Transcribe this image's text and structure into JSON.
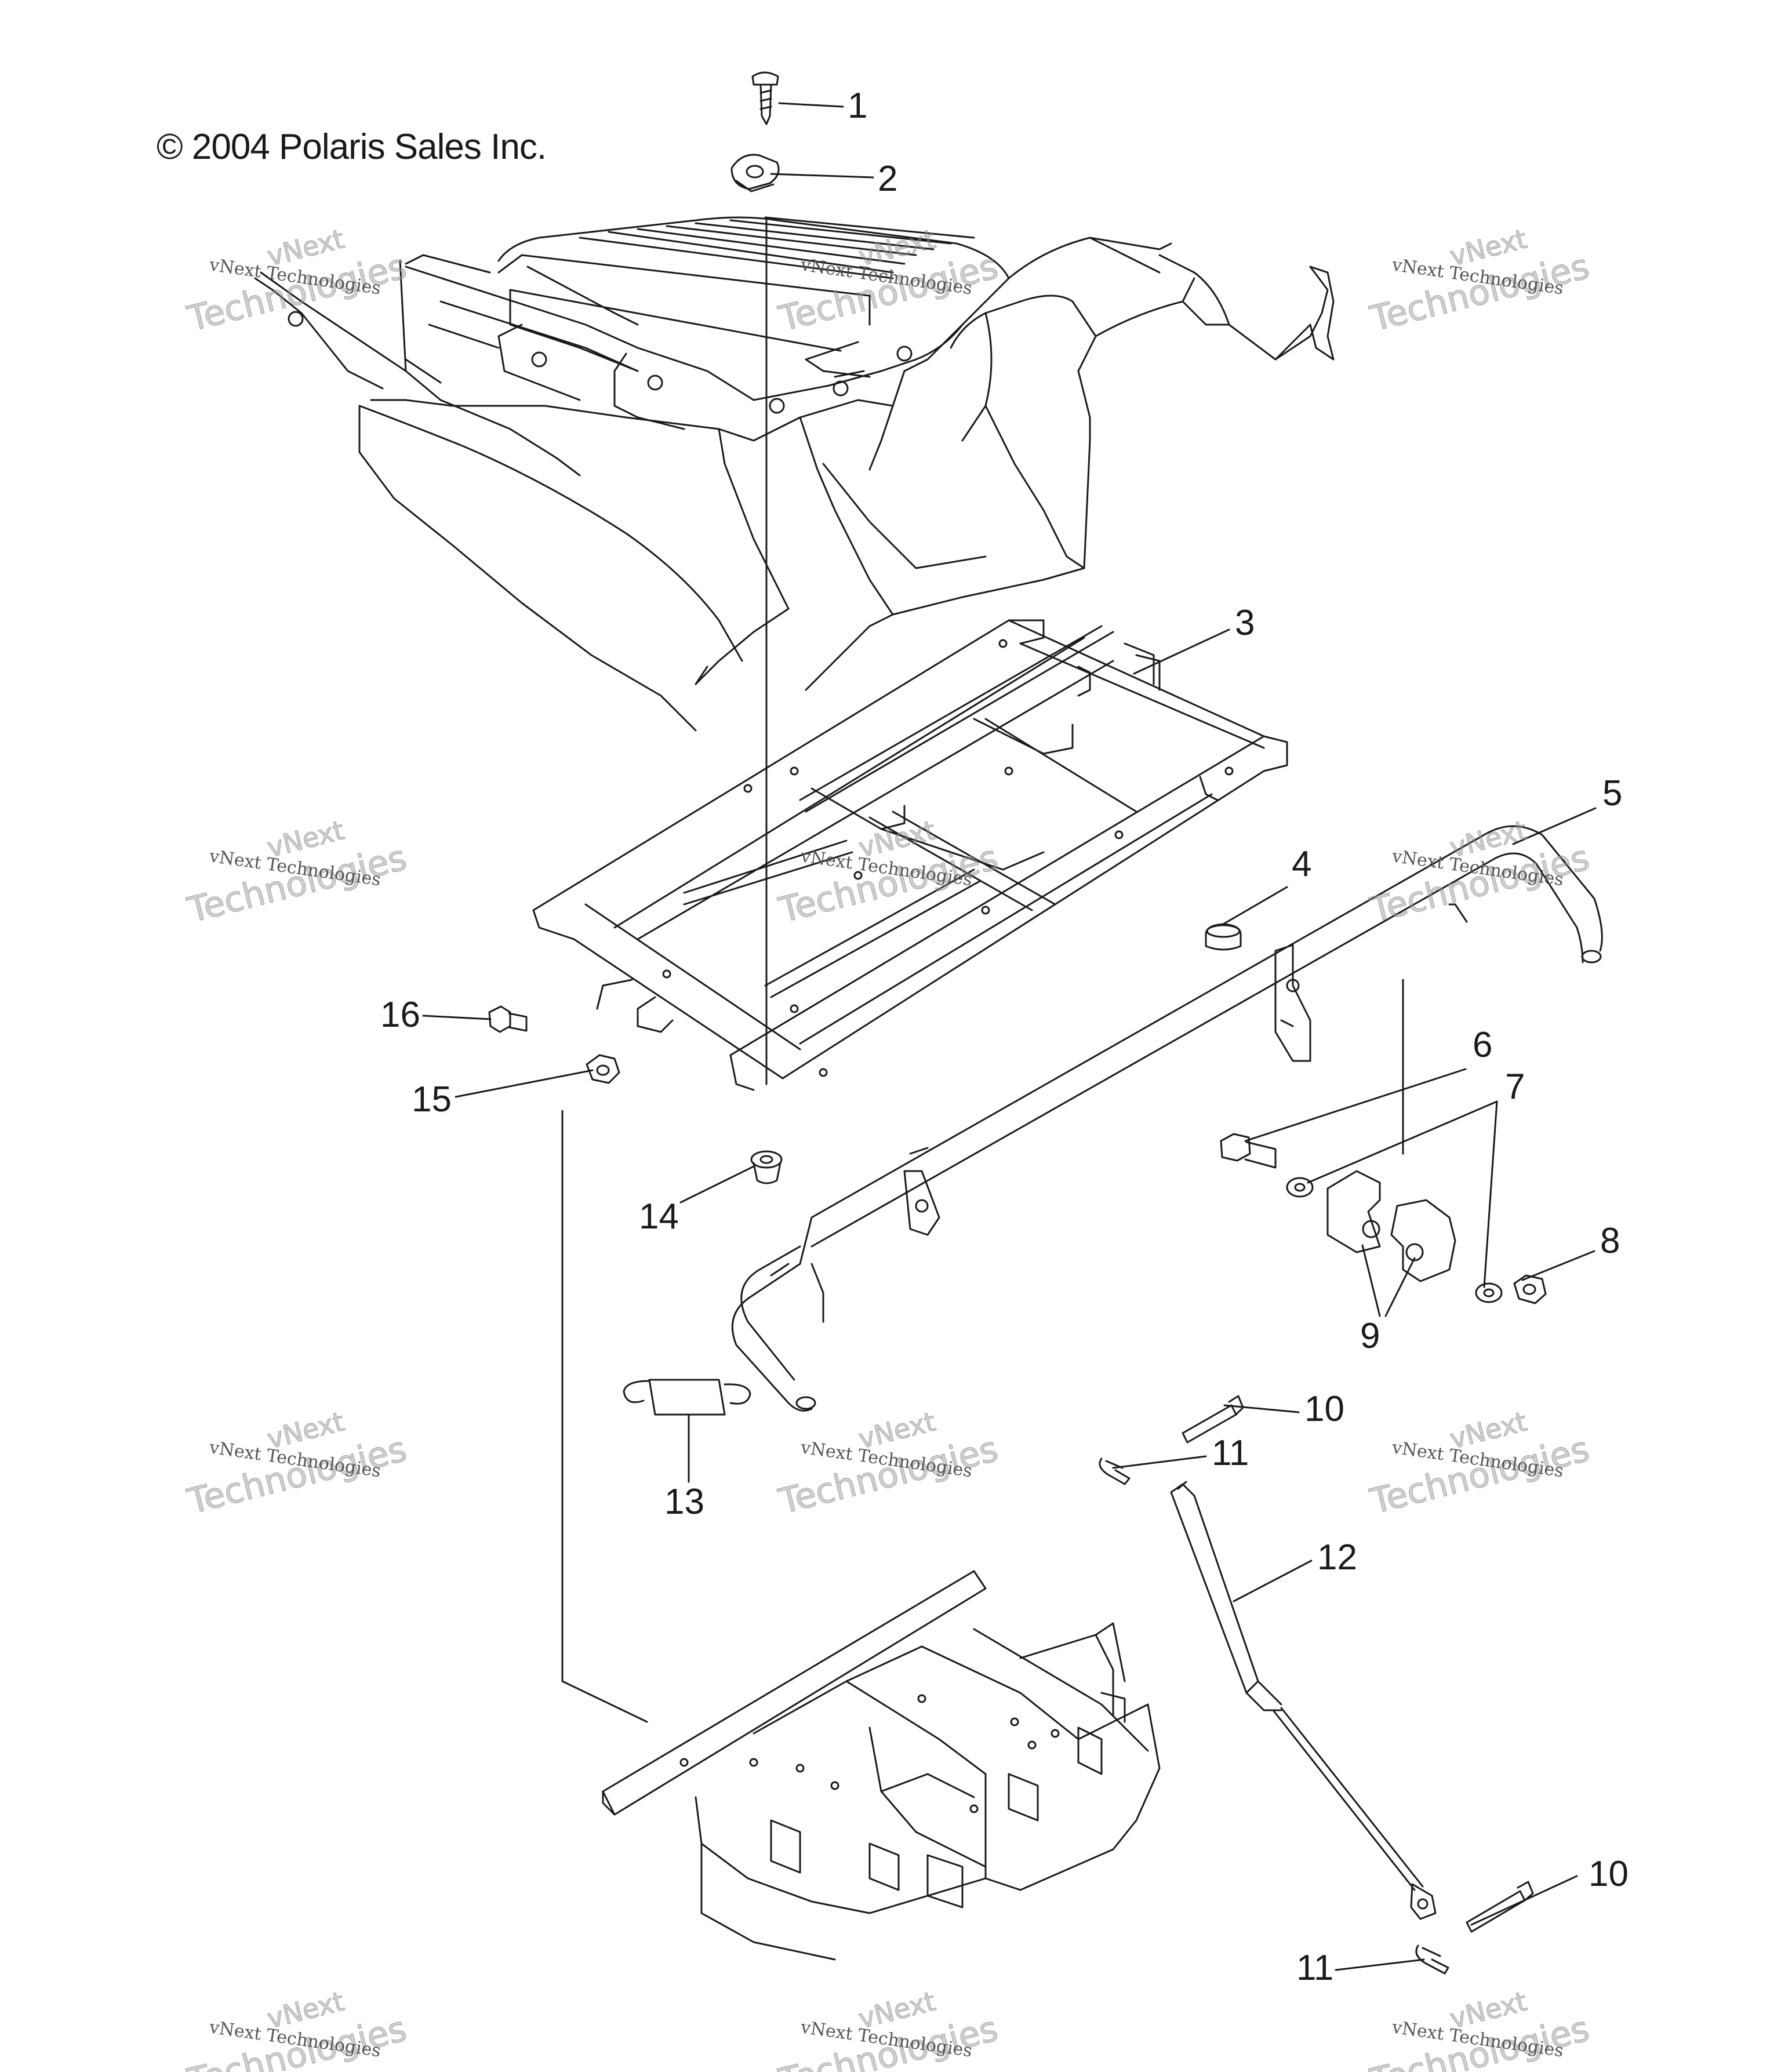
{
  "copyright": "© 2004 Polaris Sales Inc.",
  "callouts": [
    {
      "id": "c1",
      "label": "1"
    },
    {
      "id": "c2",
      "label": "2"
    },
    {
      "id": "c3",
      "label": "3"
    },
    {
      "id": "c4",
      "label": "4"
    },
    {
      "id": "c5",
      "label": "5"
    },
    {
      "id": "c6",
      "label": "6"
    },
    {
      "id": "c7",
      "label": "7"
    },
    {
      "id": "c8",
      "label": "8"
    },
    {
      "id": "c9",
      "label": "9"
    },
    {
      "id": "c10a",
      "label": "10"
    },
    {
      "id": "c10b",
      "label": "10"
    },
    {
      "id": "c11a",
      "label": "11"
    },
    {
      "id": "c11b",
      "label": "11"
    },
    {
      "id": "c12",
      "label": "12"
    },
    {
      "id": "c13",
      "label": "13"
    },
    {
      "id": "c14",
      "label": "14"
    },
    {
      "id": "c15",
      "label": "15"
    },
    {
      "id": "c16",
      "label": "16"
    }
  ],
  "watermark": {
    "small": "vNext Technologies",
    "large_top": "vNext",
    "large_bottom": "Technologies"
  },
  "colors": {
    "line": "#1a1a1a",
    "watermark": "#9a9a9a"
  }
}
